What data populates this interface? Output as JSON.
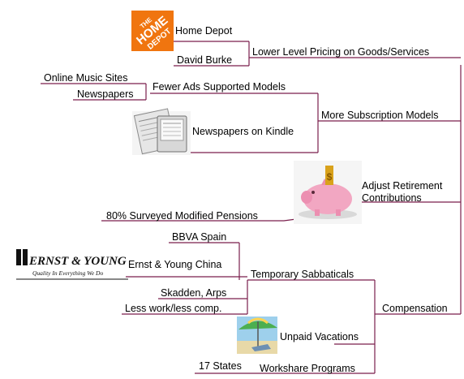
{
  "mindmap": {
    "root": "Compensation",
    "branches": [
      {
        "label": "Lower Level Pricing on Goods/Services",
        "children": [
          {
            "label": "Home Depot",
            "logo_text": "THE HOME DEPOT"
          },
          {
            "label": "David Burke"
          }
        ]
      },
      {
        "label": "More Subscription Models",
        "children": [
          {
            "label": "Fewer Ads Supported Models",
            "children": [
              {
                "label": "Online Music Sites"
              },
              {
                "label": "Newspapers"
              }
            ]
          },
          {
            "label": "Newspapers on Kindle"
          }
        ]
      },
      {
        "label": "Adjust Retirement Contributions",
        "label_lines": [
          "Adjust Retirement",
          "Contributions"
        ],
        "children": [
          {
            "label": "80% Surveyed Modified Pensions"
          }
        ]
      },
      {
        "label": "Temporary Sabbaticals",
        "children": [
          {
            "label": "BBVA Spain"
          },
          {
            "label": "Ernst & Young China",
            "logo_text": "ERNST & YOUNG",
            "logo_tagline": "Quality In Everything We Do"
          },
          {
            "label": "Skadden, Arps"
          },
          {
            "label": "Less work/less comp."
          }
        ]
      },
      {
        "label": "Unpaid Vacations"
      },
      {
        "label": "Workshare Programs",
        "children": [
          {
            "label": "17 States"
          }
        ]
      }
    ]
  },
  "colors": {
    "connector": "#7a1f4c",
    "text": "#000000",
    "home_depot_orange": "#f0750f",
    "piggy_pink": "#f2a7c2",
    "coin_gold": "#d9a21b"
  }
}
